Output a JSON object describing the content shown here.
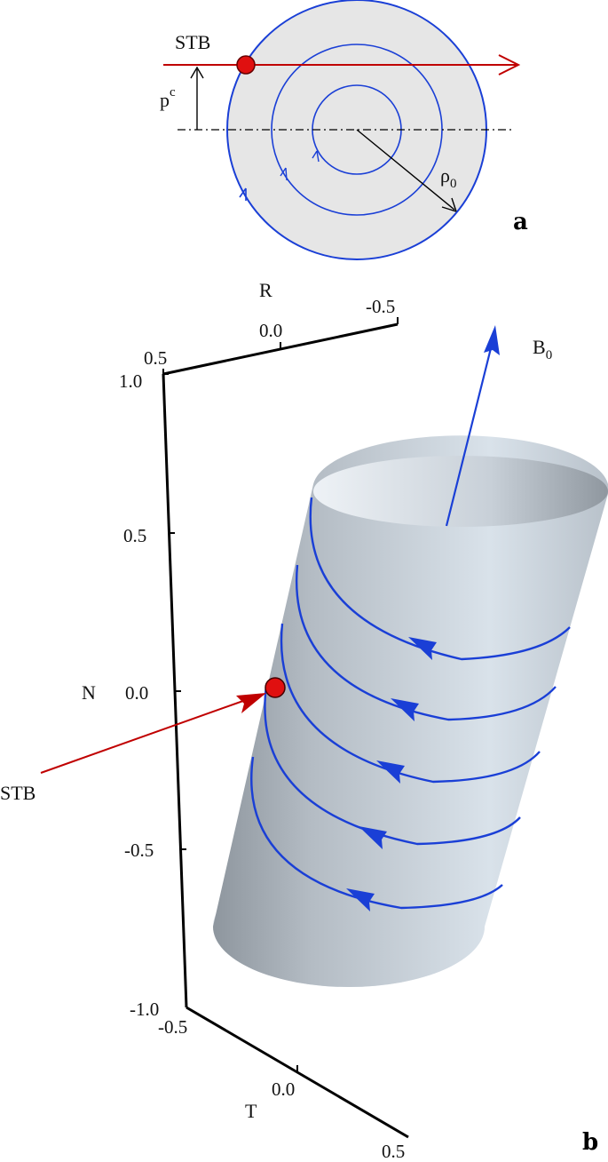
{
  "panel_a": {
    "panel_label": "a",
    "stb_label": "STB",
    "p_label": "p",
    "p_sup": "c",
    "rho_label": "ρ",
    "rho_sub": "0"
  },
  "panel_b": {
    "panel_label": "b",
    "stb_label": "STB",
    "b0_label": "B",
    "b0_sub": "0",
    "axes": {
      "R": {
        "label": "R",
        "ticks": [
          "0.5",
          "0.0",
          "-0.5"
        ]
      },
      "N": {
        "label": "N",
        "ticks": [
          "1.0",
          "0.5",
          "0.0",
          "-0.5",
          "-1.0"
        ]
      },
      "T": {
        "label": "T",
        "ticks": [
          "-0.5",
          "0.0",
          "0.5"
        ]
      }
    }
  },
  "colors": {
    "field_line": "#1a3fd6",
    "stb": "#c00000",
    "stb_marker": "#e01010",
    "disk_fill": "#e6e6e6",
    "axis": "#000000"
  }
}
